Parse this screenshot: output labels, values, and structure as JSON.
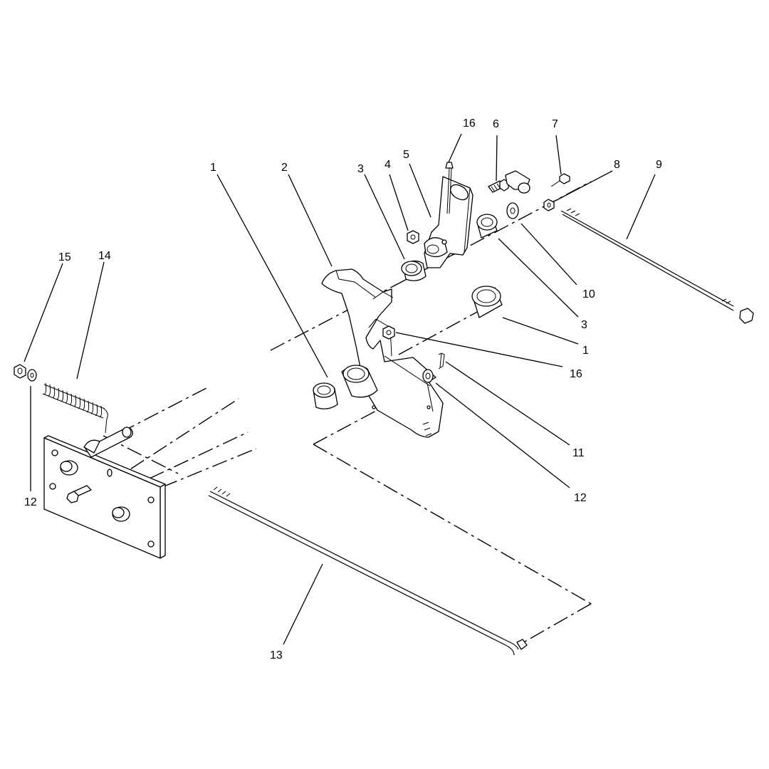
{
  "callouts": [
    "1",
    "2",
    "3",
    "4",
    "5",
    "16",
    "6",
    "7",
    "8",
    "9",
    "10",
    "3",
    "1",
    "16",
    "11",
    "12",
    "15",
    "14",
    "12",
    "13"
  ]
}
